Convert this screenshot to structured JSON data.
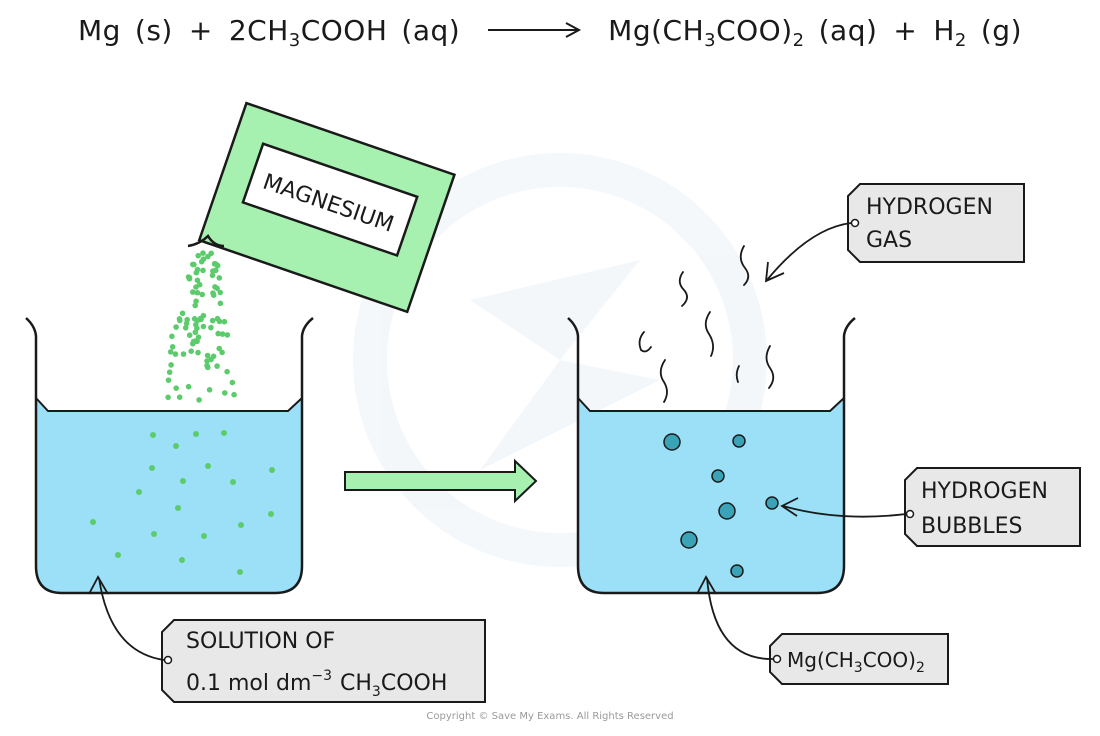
{
  "equation": {
    "reactant_1": "Mg",
    "reactant_1_state": "(s)",
    "plus_1": "+",
    "reactant_2_coefficient": "2CH",
    "reactant_2_sub": "3",
    "reactant_2_rest": "COOH",
    "reactant_2_state": "(aq)",
    "product_1_prefix": "Mg(CH",
    "product_1_sub": "3",
    "product_1_mid": "COO)",
    "product_1_sub2": "2",
    "product_1_state": "(aq)",
    "plus_2": "+",
    "product_2": "H",
    "product_2_sub": "2",
    "product_2_state": "(g)"
  },
  "packet": {
    "label": "MAGNESIUM"
  },
  "labels": {
    "hydrogen_gas_line1": "HYDROGEN",
    "hydrogen_gas_line2": "GAS",
    "hydrogen_bubbles_line1": "HYDROGEN",
    "hydrogen_bubbles_line2": "BUBBLES",
    "solution_line1": "SOLUTION OF",
    "solution_line2_value": "0.1 mol dm",
    "solution_line2_exp": "−3",
    "solution_line2_formula": "CH",
    "solution_line2_sub": "3",
    "solution_line2_rest": "COOH",
    "product_prefix": "Mg(CH",
    "product_sub": "3",
    "product_mid": "COO)",
    "product_sub2": "2"
  },
  "copyright": "Copyright © Save My Exams. All Rights Reserved",
  "colors": {
    "liquid": "#9be0f7",
    "packet": "#a6f0b0",
    "particles": "#5ccb6c",
    "bubble": "#3aa3b8",
    "tag": "#e8e8e8",
    "arrow": "#a6f0b0"
  }
}
